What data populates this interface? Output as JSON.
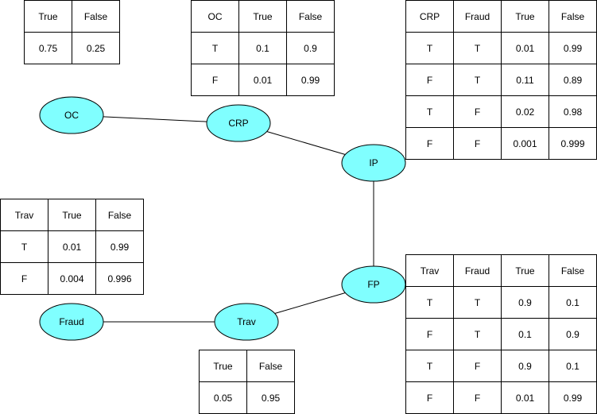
{
  "colors": {
    "node_fill": "#80ffff",
    "node_stroke": "#000000",
    "edge": "#000000",
    "table_border": "#000000"
  },
  "nodes": [
    {
      "id": "OC",
      "label": "OC"
    },
    {
      "id": "CRP",
      "label": "CRP"
    },
    {
      "id": "IP",
      "label": "IP"
    },
    {
      "id": "FP",
      "label": "FP"
    },
    {
      "id": "Trav",
      "label": "Trav"
    },
    {
      "id": "Fraud",
      "label": "Fraud"
    }
  ],
  "edges": [
    {
      "from": "OC",
      "to": "CRP"
    },
    {
      "from": "CRP",
      "to": "IP"
    },
    {
      "from": "IP",
      "to": "FP"
    },
    {
      "from": "FP",
      "to": "Trav"
    },
    {
      "from": "Trav",
      "to": "Fraud"
    }
  ],
  "tables": {
    "oc_prior": {
      "rows": [
        [
          "True",
          "False"
        ],
        [
          "0.75",
          "0.25"
        ]
      ]
    },
    "crp_given_oc": {
      "rows": [
        [
          "OC",
          "True",
          "False"
        ],
        [
          "T",
          "0.1",
          "0.9"
        ],
        [
          "F",
          "0.01",
          "0.99"
        ]
      ]
    },
    "ip_given_crp_fraud": {
      "rows": [
        [
          "CRP",
          "Fraud",
          "True",
          "False"
        ],
        [
          "T",
          "T",
          "0.01",
          "0.99"
        ],
        [
          "F",
          "T",
          "0.11",
          "0.89"
        ],
        [
          "T",
          "F",
          "0.02",
          "0.98"
        ],
        [
          "F",
          "F",
          "0.001",
          "0.999"
        ]
      ]
    },
    "fp_given_trav": {
      "rows": [
        [
          "Trav",
          "True",
          "False"
        ],
        [
          "T",
          "0.01",
          "0.99"
        ],
        [
          "F",
          "0.004",
          "0.996"
        ]
      ]
    },
    "trav_prior": {
      "rows": [
        [
          "True",
          "False"
        ],
        [
          "0.05",
          "0.95"
        ]
      ]
    },
    "fp_given_trav_fraud": {
      "rows": [
        [
          "Trav",
          "Fraud",
          "True",
          "False"
        ],
        [
          "T",
          "T",
          "0.9",
          "0.1"
        ],
        [
          "F",
          "T",
          "0.1",
          "0.9"
        ],
        [
          "T",
          "F",
          "0.9",
          "0.1"
        ],
        [
          "F",
          "F",
          "0.01",
          "0.99"
        ]
      ]
    }
  }
}
